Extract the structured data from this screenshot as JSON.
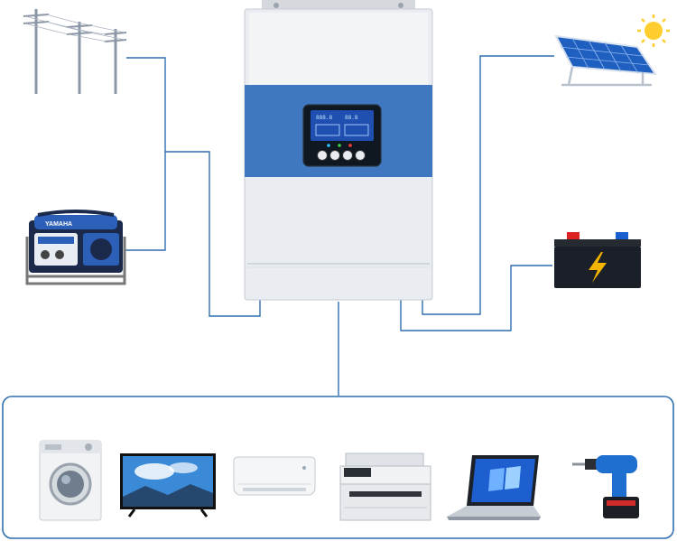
{
  "inverter": {
    "lcd_line_1": "888.8",
    "lcd_line_2": "88.8",
    "indicator_colors": [
      "#2ec4ff",
      "#3fd24a",
      "#ff3b3b"
    ]
  },
  "sources": [
    "utility-grid",
    "generator",
    "solar-panel",
    "battery"
  ],
  "loads": [
    "washing-machine",
    "television",
    "air-conditioner",
    "printer",
    "laptop",
    "cordless-drill"
  ],
  "generator_brand": "YAMAHA",
  "colors": {
    "wire": "#2f6fb0",
    "inverter_blue": "#3f78c0",
    "inverter_body": "#e9ecf0",
    "frame": "#2f6fb0"
  }
}
